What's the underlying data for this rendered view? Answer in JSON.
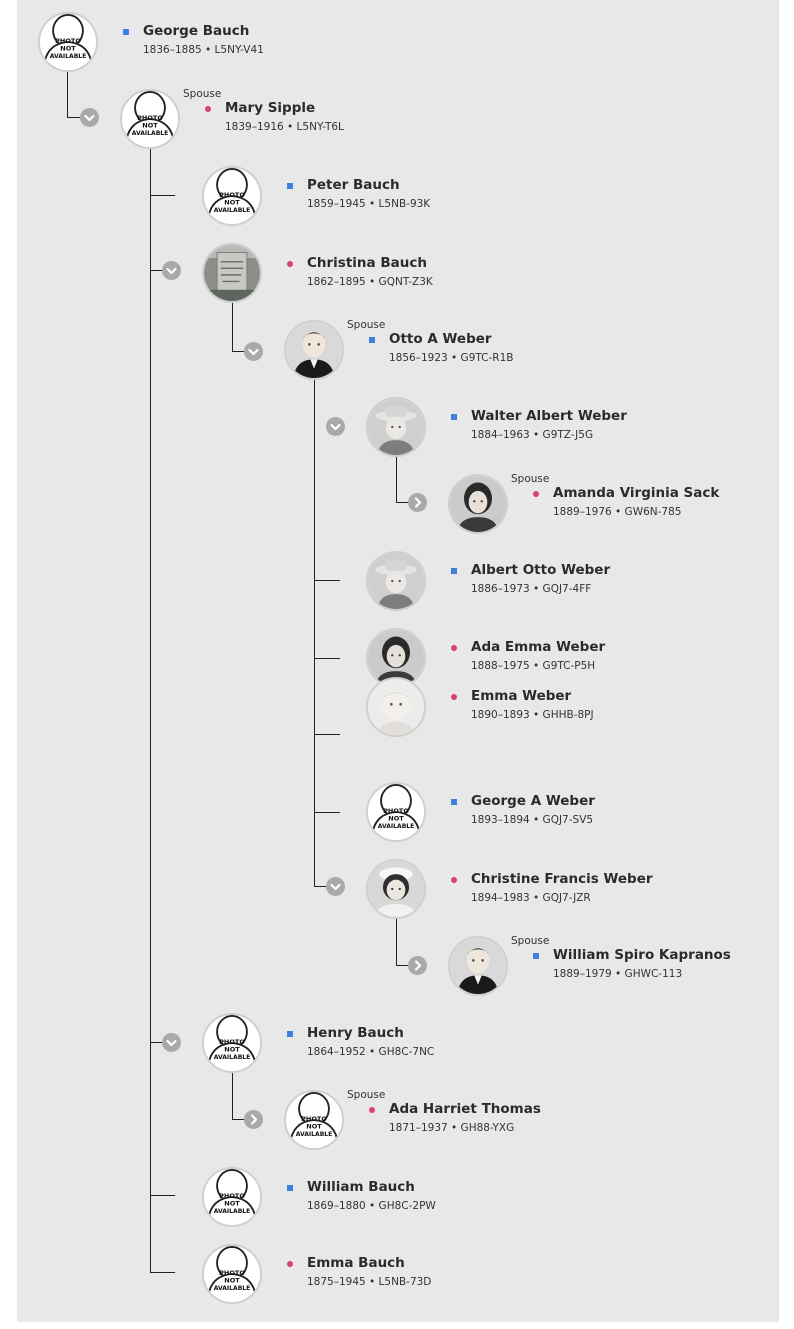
{
  "spouse_label": "Spouse",
  "no_photo_text": [
    "PHOTO",
    "NOT",
    "AVAILABLE"
  ],
  "colors": {
    "male": "#3f7fe0",
    "female": "#d9406c",
    "panel": "#e8e8e8",
    "toggle": "#a9a9a9"
  },
  "people": [
    {
      "id": "p0",
      "name": "George Bauch",
      "meta": "1836–1885 • L5NY-V41",
      "gender": "male",
      "photo": "none",
      "spouse": false
    },
    {
      "id": "p1",
      "name": "Mary Sipple",
      "meta": "1839–1916 • L5NY-T6L",
      "gender": "female",
      "photo": "none",
      "spouse": true,
      "toggle": "down"
    },
    {
      "id": "p2",
      "name": "Peter Bauch",
      "meta": "1859–1945 • L5NB-93K",
      "gender": "male",
      "photo": "none",
      "spouse": false
    },
    {
      "id": "p3",
      "name": "Christina Bauch",
      "meta": "1862–1895 • GQNT-Z3K",
      "gender": "female",
      "photo": "stone",
      "spouse": false,
      "toggle": "down"
    },
    {
      "id": "p4",
      "name": "Otto A Weber",
      "meta": "1856–1923 • G9TC-R1B",
      "gender": "male",
      "photo": "man",
      "spouse": true,
      "toggle": "down"
    },
    {
      "id": "p5",
      "name": "Walter Albert Weber",
      "meta": "1884–1963 • G9TZ-J5G",
      "gender": "male",
      "photo": "hat",
      "spouse": false,
      "toggle": "down"
    },
    {
      "id": "p6",
      "name": "Amanda Virginia Sack",
      "meta": "1889–1976 • GW6N-785",
      "gender": "female",
      "photo": "woman",
      "spouse": true,
      "toggle": "right"
    },
    {
      "id": "p7",
      "name": "Albert Otto Weber",
      "meta": "1886–1973 • GQJ7-4FF",
      "gender": "male",
      "photo": "hat",
      "spouse": false
    },
    {
      "id": "p8",
      "name": "Ada Emma Weber",
      "meta": "1888–1975 • G9TC-P5H",
      "gender": "female",
      "photo": "woman",
      "spouse": false
    },
    {
      "id": "p9",
      "name": "Emma Weber",
      "meta": "1890–1893 • GHHB-8PJ",
      "gender": "female",
      "photo": "child",
      "spouse": false
    },
    {
      "id": "p10",
      "name": "George A Weber",
      "meta": "1893–1894 • GQJ7-SV5",
      "gender": "male",
      "photo": "none",
      "spouse": false
    },
    {
      "id": "p11",
      "name": "Christine Francis Weber",
      "meta": "1894–1983 • GQJ7-JZR",
      "gender": "female",
      "photo": "bride",
      "spouse": false,
      "toggle": "down"
    },
    {
      "id": "p12",
      "name": "William Spiro Kapranos",
      "meta": "1889–1979 • GHWC-113",
      "gender": "male",
      "photo": "man",
      "spouse": true,
      "toggle": "right"
    },
    {
      "id": "p13",
      "name": "Henry Bauch",
      "meta": "1864–1952 • GH8C-7NC",
      "gender": "male",
      "photo": "none",
      "spouse": false,
      "toggle": "down"
    },
    {
      "id": "p14",
      "name": "Ada Harriet Thomas",
      "meta": "1871–1937 • GH88-YXG",
      "gender": "female",
      "photo": "none",
      "spouse": true,
      "toggle": "right"
    },
    {
      "id": "p15",
      "name": "William Bauch",
      "meta": "1869–1880 • GH8C-2PW",
      "gender": "male",
      "photo": "none",
      "spouse": false
    },
    {
      "id": "p16",
      "name": "Emma Bauch",
      "meta": "1875–1945 • L5NB-73D",
      "gender": "female",
      "photo": "none",
      "spouse": false
    }
  ]
}
